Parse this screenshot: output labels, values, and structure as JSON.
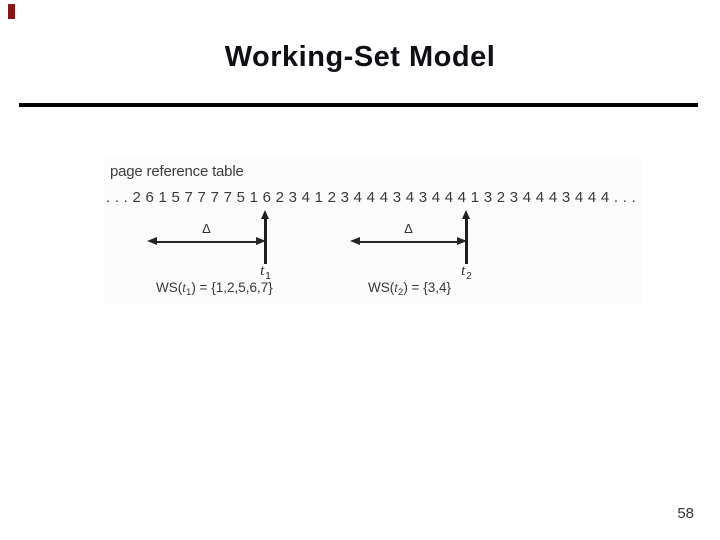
{
  "slide": {
    "title": "Working-Set Model",
    "page_number": "58"
  },
  "colors": {
    "accent_mark": "#8e1414",
    "title_text": "#0f0f16",
    "rule": "#000000",
    "figure_text": "#3d3d3d"
  },
  "figure": {
    "caption": "page reference table",
    "sequence": ". . . 2 6 1 5 7 7 7 7 5 1 6 2 3 4 1 2 3 4 4 4 3 4 3 4 4 4 1 3 2 3 4 4 4 3 4 4 4 . . .",
    "windows": [
      {
        "delta": "Δ",
        "t": "t",
        "sub": "1",
        "ws_prefix": "WS(",
        "ws_t": "t",
        "ws_sub": "1",
        "ws_suffix": ") = {1,2,5,6,7}"
      },
      {
        "delta": "Δ",
        "t": "t",
        "sub": "2",
        "ws_prefix": "WS(",
        "ws_t": "t",
        "ws_sub": "2",
        "ws_suffix": ") = {3,4}"
      }
    ]
  }
}
